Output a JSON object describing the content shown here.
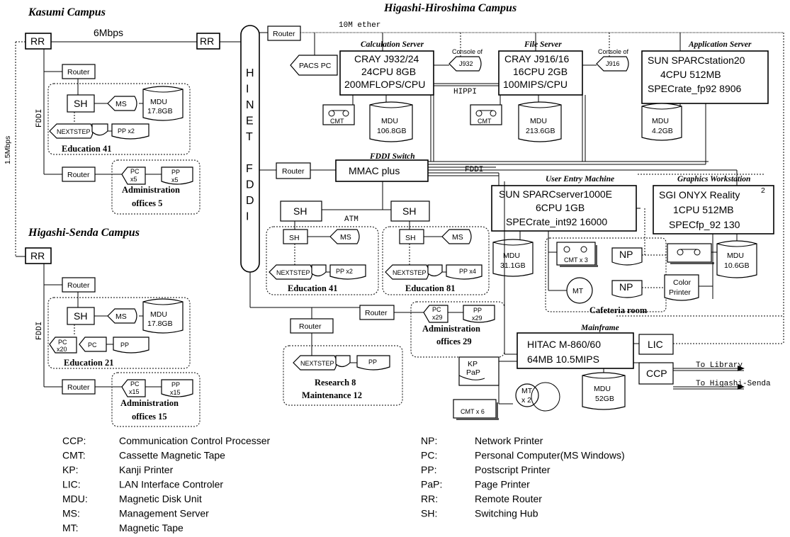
{
  "campuses": {
    "kasumi": "Kasumi Campus",
    "higashi_hiroshima": "Higashi-Hiroshima Campus",
    "higashi_senda": "Higashi-Senda Campus"
  },
  "links": {
    "six_mbps": "6Mbps",
    "one_five_mbps": "1.5Mbps",
    "ten_m_ether": "10M ether",
    "hippi": "HIPPI",
    "atm": "ATM",
    "fddi": "FDDI",
    "to_library": "To Library",
    "to_higashi_senda": "To Higashi-Senda"
  },
  "hinet": [
    "H",
    "I",
    "N",
    "E",
    "T",
    "",
    "F",
    "D",
    "D",
    "I"
  ],
  "nodes": {
    "rr": "RR",
    "router": "Router",
    "sh": "SH",
    "ms": "MS",
    "mdu": "MDU",
    "cmt": "CMT",
    "np": "NP",
    "mt": "MT",
    "nextstep": "NEXTSTEP",
    "pc": "PC",
    "pp": "PP",
    "pacs_pc": "PACS PC",
    "lic": "LIC",
    "ccp": "CCP",
    "kp": "KP",
    "pap": "PaP",
    "mmac": "MMAC plus",
    "color_printer_1": "Color",
    "color_printer_2": "Printer"
  },
  "kasumi": {
    "mdu_size": "17.8GB",
    "pp_count": "PP x2",
    "edu": "Education 41",
    "pc_count": "x5",
    "pp_count2": "x5",
    "admin1": "Administration",
    "admin2": "offices 5"
  },
  "senda": {
    "mdu_size": "17.8GB",
    "pc_count": "x20",
    "edu": "Education 21",
    "pc_count2": "x15",
    "pp_count2": "x15",
    "admin1": "Administration",
    "admin2": "offices 15"
  },
  "servers": {
    "calc_title": "Calculation Server",
    "calc_l1": "CRAY J932/24",
    "calc_l2": "24CPU 8GB",
    "calc_l3": "200MFLOPS/CPU",
    "calc_mdu": "106.8GB",
    "console_of": "Console of",
    "j932": "J932",
    "j916": "J916",
    "file_title": "File Server",
    "file_l1": "CRAY J916/16",
    "file_l2": "16CPU 2GB",
    "file_l3": "100MIPS/CPU",
    "file_mdu": "213.6GB",
    "app_title": "Application Server",
    "app_l1": "SUN SPARCstation20",
    "app_l2": "4CPU 512MB",
    "app_l3": "SPECrate_fp92 8906",
    "app_mdu": "4.2GB",
    "fddi_switch": "FDDI Switch",
    "user_title": "User Entry Machine",
    "user_l1": "SUN SPARCserver1000E",
    "user_l2": "6CPU 1GB",
    "user_l3": "SPECrate_int92 16000",
    "user_mdu": "31.1GB",
    "cmt_x3": "CMT x 3",
    "gfx_title": "Graphics Workstation",
    "gfx_l1": "SGI ONYX Reality",
    "gfx_sup": "2",
    "gfx_l2": "1CPU 512MB",
    "gfx_l3": "SPECfp_92 130",
    "gfx_mdu": "10.6GB",
    "cafeteria": "Cafeteria room",
    "main_title": "Mainframe",
    "main_l1": "HITAC M-860/60",
    "main_l2": "64MB 10.5MIPS",
    "main_mdu": "52GB",
    "mt_x2": "x 2",
    "cmt_x6": "CMT x 6"
  },
  "hh": {
    "edu41": "Education 41",
    "edu81": "Education 81",
    "pp_x2": "PP x2",
    "pp_x4": "PP x4",
    "pc_x29": "x29",
    "pp_x29": "x29",
    "admin1": "Administration",
    "admin2": "offices 29",
    "research": "Research 8",
    "maintenance": "Maintenance 12"
  },
  "legend_left": [
    {
      "abbr": "CCP:",
      "text": "Communication Control Processer"
    },
    {
      "abbr": "CMT:",
      "text": "Cassette Magnetic Tape"
    },
    {
      "abbr": "KP:",
      "text": "Kanji Printer"
    },
    {
      "abbr": "LIC:",
      "text": "LAN Interface Controler"
    },
    {
      "abbr": "MDU:",
      "text": "Magnetic Disk Unit"
    },
    {
      "abbr": "MS:",
      "text": "Management Server"
    },
    {
      "abbr": "MT:",
      "text": "Magnetic Tape"
    }
  ],
  "legend_right": [
    {
      "abbr": "NP:",
      "text": "Network Printer"
    },
    {
      "abbr": "PC:",
      "text": "Personal Computer(MS Windows)"
    },
    {
      "abbr": "PP:",
      "text": "Postscript Printer"
    },
    {
      "abbr": "PaP:",
      "text": "Page Printer"
    },
    {
      "abbr": "RR:",
      "text": "Remote Router"
    },
    {
      "abbr": "SH:",
      "text": "Switching Hub"
    }
  ]
}
